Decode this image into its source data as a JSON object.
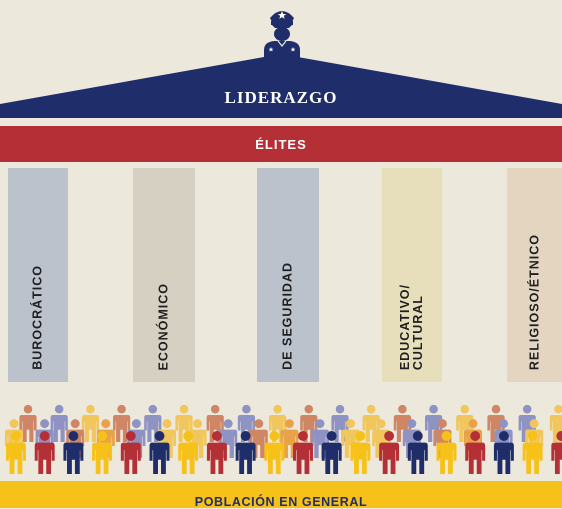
{
  "diagram": {
    "roof_label": "LIDERAZGO",
    "elites_label": "ÉLITES",
    "pillars": [
      {
        "label": "BUROCRÁTICO",
        "color": "#bcc2cc"
      },
      {
        "label": "ECONÓMICO",
        "color": "#d5d0c1"
      },
      {
        "label": "DE SEGURIDAD",
        "color": "#bcc2cc"
      },
      {
        "label": "EDUCATIVO/\nCULTURAL",
        "color": "#e7dfbb"
      },
      {
        "label": "RELIGIOSO/ÉTNICO",
        "color": "#e4d5c1"
      }
    ],
    "foundation_label": "POBLACIÓN EN GENERAL",
    "colors": {
      "navy": "#1f2d6a",
      "red": "#b52f37",
      "gold": "#f6c219",
      "background": "#ede8dc"
    },
    "icons": {
      "leader": "uniformed-leader-icon",
      "people": "person-icon"
    }
  }
}
